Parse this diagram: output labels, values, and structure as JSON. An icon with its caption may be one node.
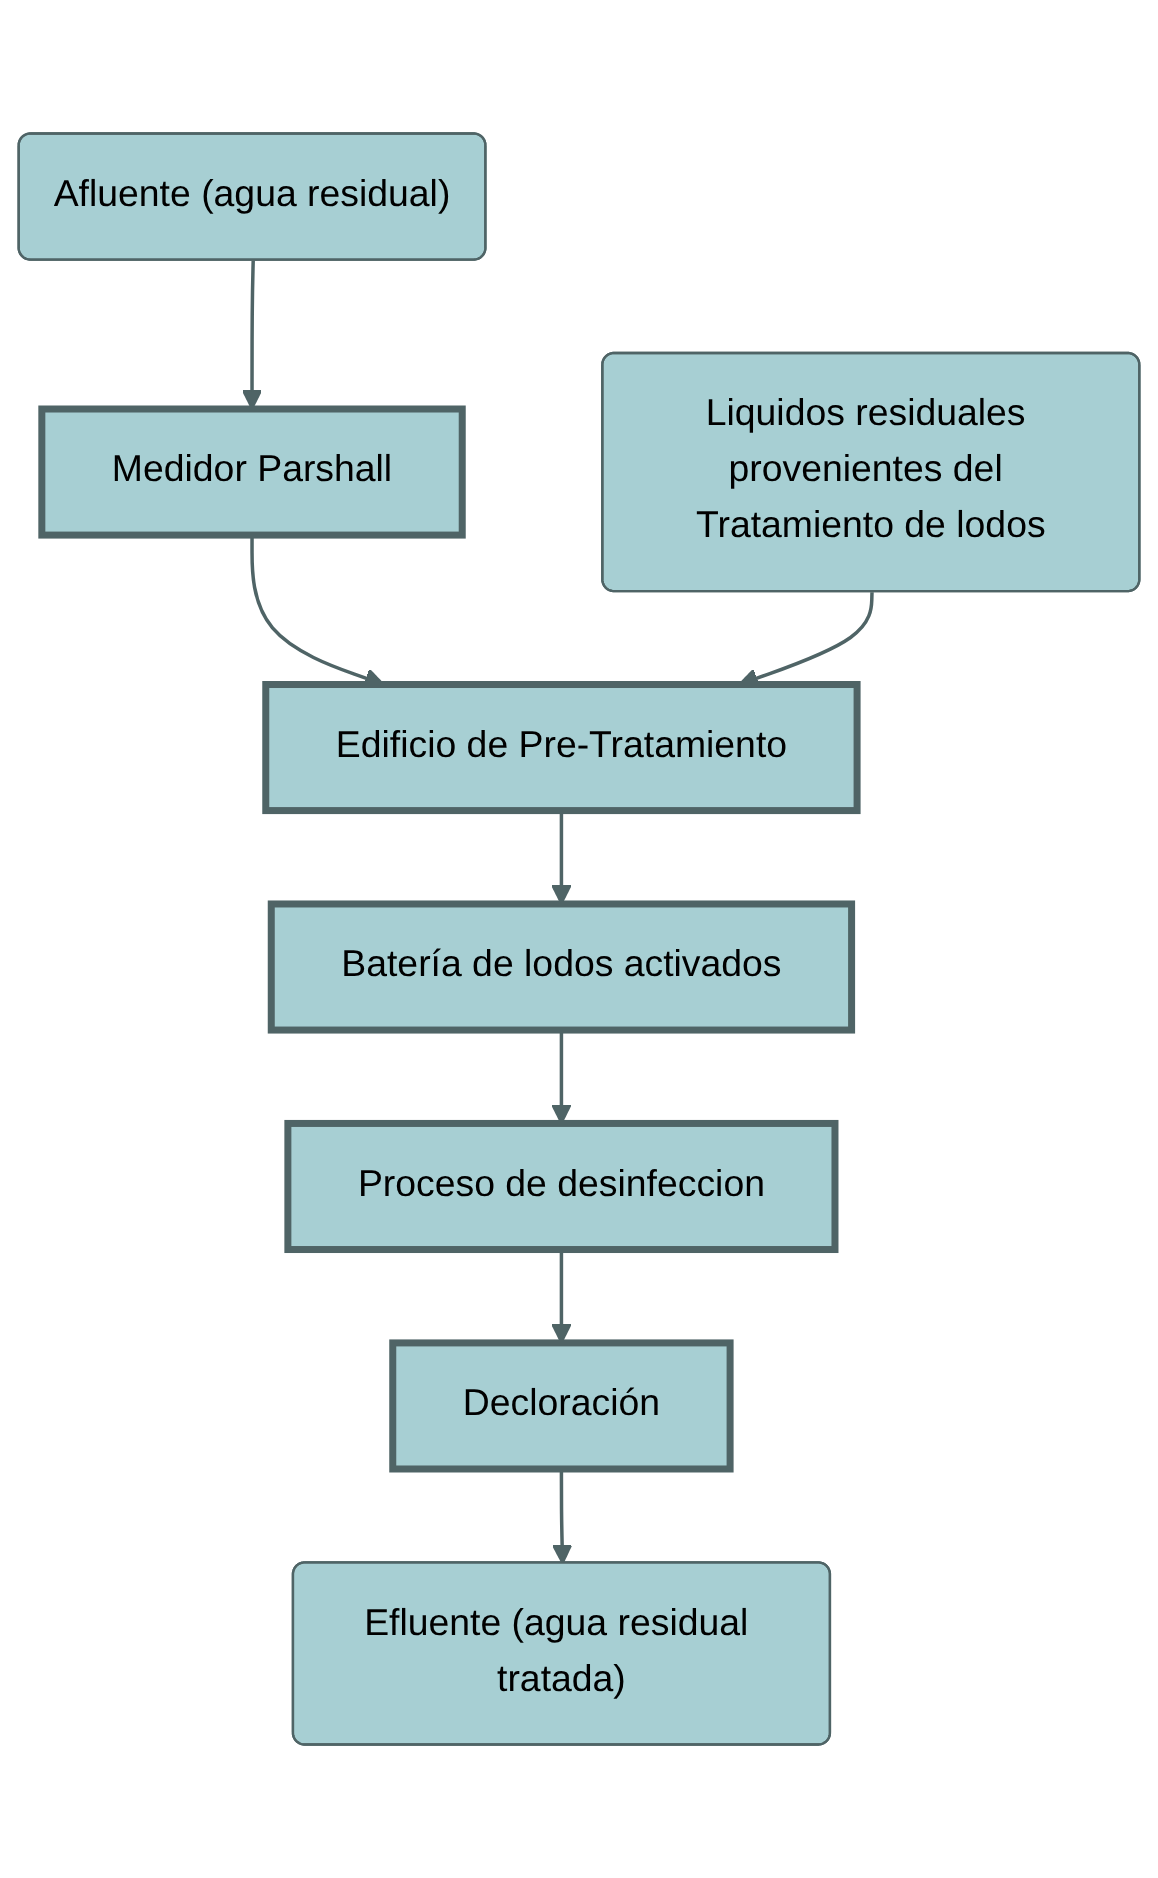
{
  "diagram": {
    "nodes": [
      {
        "text": [
          "Afluente (agua residual)"
        ]
      },
      {
        "text": [
          "Medidor Parshall"
        ]
      },
      {
        "text": [
          "Edificio de Pre-Tratamiento"
        ]
      },
      {
        "text": [
          "Liquidos residuales provenientes del Tratamiento de lodos"
        ]
      },
      {
        "text": [
          "Batería de lodos activados"
        ]
      },
      {
        "text": [
          "Proceso de desinfeccion"
        ]
      },
      {
        "text": [
          "Decloración"
        ]
      },
      {
        "text": [
          "Efluente (agua residual tratada)"
        ]
      }
    ],
    "edges": [
      {
        "from": 0,
        "to": 1,
        "arrow": "to"
      },
      {
        "from": 1,
        "to": 2,
        "arrow": "to"
      },
      {
        "from": 3,
        "to": 2,
        "arrow": "to"
      },
      {
        "from": 2,
        "to": 4,
        "arrow": "to"
      },
      {
        "from": 4,
        "to": 5,
        "arrow": "to"
      },
      {
        "from": 5,
        "to": 6,
        "arrow": "to"
      },
      {
        "from": 6,
        "to": 7,
        "arrow": "to"
      }
    ]
  }
}
